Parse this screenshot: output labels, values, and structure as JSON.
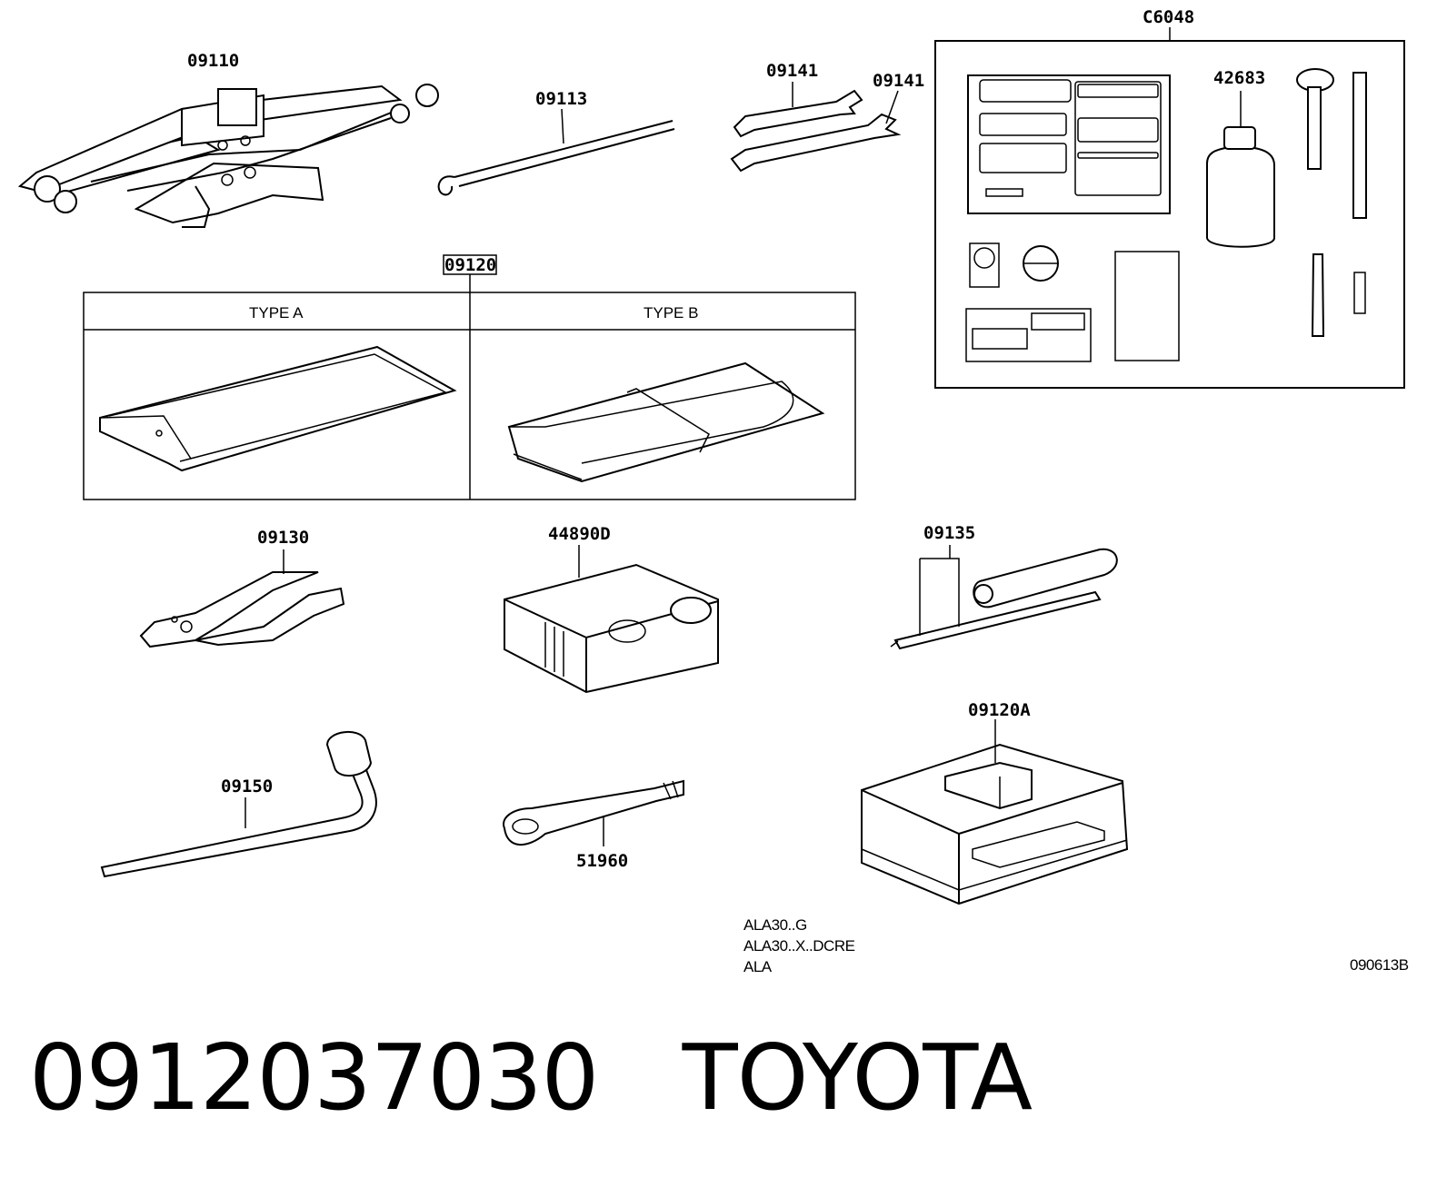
{
  "parts": {
    "jack": "09110",
    "jack_handle": "09113",
    "wrench_a": "09141",
    "wrench_b": "09141",
    "repair_kit": "C6048",
    "sealant": "42683",
    "tool_bag": "09120",
    "pliers": "09130",
    "compressor": "44890D",
    "screwdriver": "09135",
    "tool_case": "09120A",
    "lug_wrench": "09150",
    "hook": "51960"
  },
  "types": {
    "a": "TYPE A",
    "b": "TYPE B"
  },
  "codes": [
    "ALA30..G",
    "ALA30..X..DCRE",
    "ALA"
  ],
  "drawing_id": "090613B",
  "footer": {
    "part_number": "0912037030",
    "brand": "TOYOTA"
  },
  "colors": {
    "highlight": "#e0191e",
    "ink": "#000000"
  }
}
